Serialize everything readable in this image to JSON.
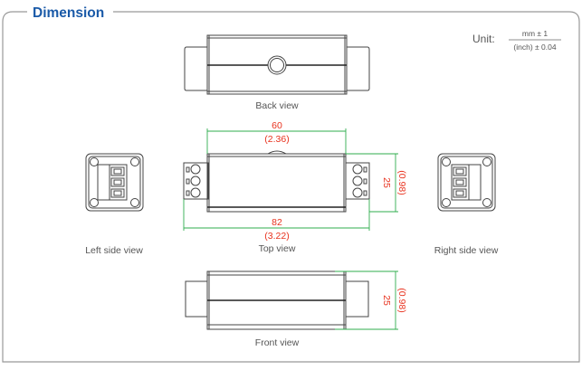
{
  "title": "Dimension",
  "unit": {
    "label": "Unit:",
    "numerator": "mm ± 1",
    "denominator": "(inch) ± 0.04"
  },
  "views": {
    "back": "Back view",
    "top": "Top view",
    "left": "Left side view",
    "right": "Right side view",
    "front": "Front view"
  },
  "dimensions": {
    "body_length": {
      "mm": "60",
      "inch": "(2.36)"
    },
    "total_length": {
      "mm": "82",
      "inch": "(3.22)"
    },
    "width": {
      "mm": "25",
      "inch": "(0.98)"
    },
    "height": {
      "mm": "25",
      "inch": "(0.98)"
    }
  },
  "colors": {
    "title": "#1a5aa8",
    "dimension_text": "#e8321e",
    "dimension_line": "#2fae4e"
  }
}
